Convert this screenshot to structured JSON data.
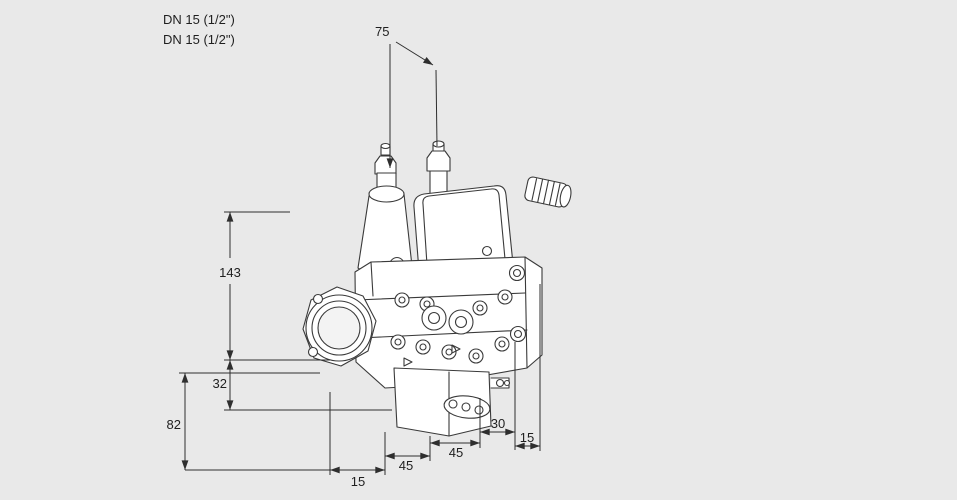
{
  "drawing": {
    "type": "technical-dimension-drawing",
    "subject": "double solenoid gas valve, isometric view with dimension lines",
    "colors": {
      "background": "#e9e9e9",
      "line": "#3a3a3a",
      "dimension_line": "#2e2e2e",
      "face_fill": "#ffffff"
    },
    "annotations": {
      "port_label_1": "DN 15 (1/2\")",
      "port_label_2": "DN 15 (1/2\")"
    },
    "dimensions": {
      "coil_spacing": "75",
      "body_height": "143",
      "flange_offset": "32",
      "base_height": "82",
      "bottom_offset": "15",
      "bottom_span_a": "45",
      "bottom_span_b": "45",
      "right_span": "30",
      "right_offset": "15"
    }
  }
}
